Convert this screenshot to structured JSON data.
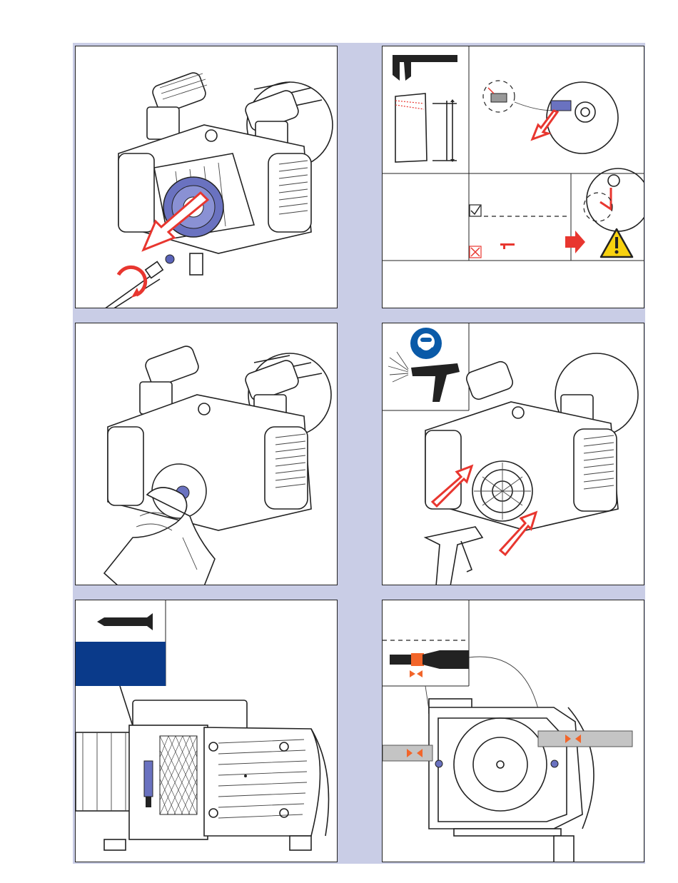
{
  "page": {
    "background": "#ffffff",
    "frame_color": "#c9cde6",
    "accent_blue": "#5a63b8",
    "arrow_red": "#e8362f",
    "arrow_orange": "#f2652a",
    "info_blue": "#0a3a8a",
    "warning_yellow": "#f7d10f"
  },
  "panels": [
    {
      "id": "step-1",
      "content": "remove-cooling-fan-cover",
      "icons": [
        "screwdriver-icon",
        "pull-arrow-icon"
      ]
    },
    {
      "id": "step-2",
      "content": "measure-blade-wear",
      "icons": [
        "caliper-icon",
        "blade-icon",
        "check-icon",
        "cross-icon",
        "warning-icon"
      ]
    },
    {
      "id": "step-3",
      "content": "clean-bearing-cover",
      "icons": [
        "cloth-hands-icon"
      ]
    },
    {
      "id": "step-4",
      "content": "blow-out-with-air",
      "icons": [
        "face-protection-icon",
        "air-gun-icon"
      ]
    },
    {
      "id": "step-5",
      "content": "apply-sealant",
      "icons": [
        "sealant-tube-icon"
      ]
    },
    {
      "id": "step-6",
      "content": "align-dowel-pins",
      "icons": [
        "dowel-pin-icon",
        "align-arrows-icon"
      ]
    }
  ]
}
